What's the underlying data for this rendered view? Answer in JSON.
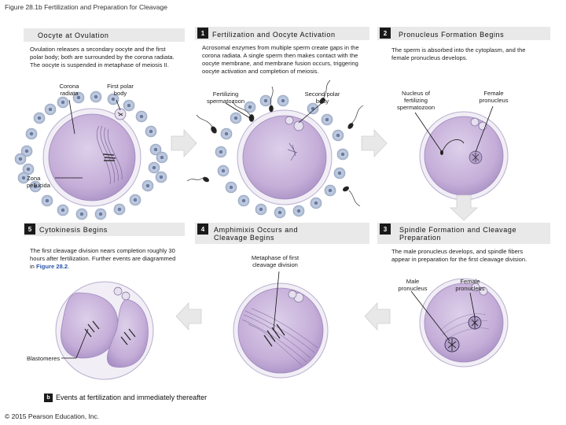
{
  "figure_title": "Figure 28.1b Fertilization and Preparation for Cleavage",
  "panels": {
    "ovulation": {
      "title": "Oocyte at Ovulation",
      "description": "Ovulation releases a secondary oocyte and the first polar body; both are surrounded by the corona radiata. The oocyte is suspended in metaphase of meiosis II.",
      "labels": {
        "corona": "Corona radiata",
        "first_polar": "First polar body",
        "zona": "Zona pellucida"
      }
    },
    "p1": {
      "number": "1",
      "title": "Fertilization and Oocyte Activation",
      "description": "Acrosomal enzymes from multiple sperm create gaps in the corona radiata. A single sperm then makes contact with the oocyte membrane, and membrane fusion occurs, triggering oocyte activation and completion of meiosis.",
      "labels": {
        "fertilizing": "Fertilizing spermatozoon",
        "second_polar": "Second polar body"
      }
    },
    "p2": {
      "number": "2",
      "title": "Pronucleus Formation Begins",
      "description": "The sperm is absorbed into the cytoplasm, and the female pronucleus develops.",
      "labels": {
        "nucleus": "Nucleus of fertilizing spermatozoon",
        "female": "Female pronucleus"
      }
    },
    "p3": {
      "number": "3",
      "title": "Spindle Formation and Cleavage Preparation",
      "description": "The male pronucleus develops, and spindle fibers appear in preparation for the first cleavage division.",
      "labels": {
        "male": "Male pronucleus",
        "female": "Female pronucleus"
      }
    },
    "p4": {
      "number": "4",
      "title": "Amphimixis Occurs and Cleavage Begins",
      "labels": {
        "metaphase": "Metaphase of first cleavage division"
      }
    },
    "p5": {
      "number": "5",
      "title": "Cytokinesis Begins",
      "description_pre": "The first cleavage division nears completion roughly 30 hours after fertilization. Further events are diagrammed in ",
      "description_link": "Figure 28.2",
      "description_post": ".",
      "labels": {
        "blastomeres": "Blastomeres"
      }
    }
  },
  "caption_letter": "b",
  "caption": "Events at fertilization and immediately thereafter",
  "copyright": "© 2015 Pearson Education, Inc.",
  "colors": {
    "cytoplasm": "#c9b3d9",
    "membrane": "#eeeaf4",
    "corona": "#c4cde0",
    "arrow": "#e6e6e6"
  }
}
